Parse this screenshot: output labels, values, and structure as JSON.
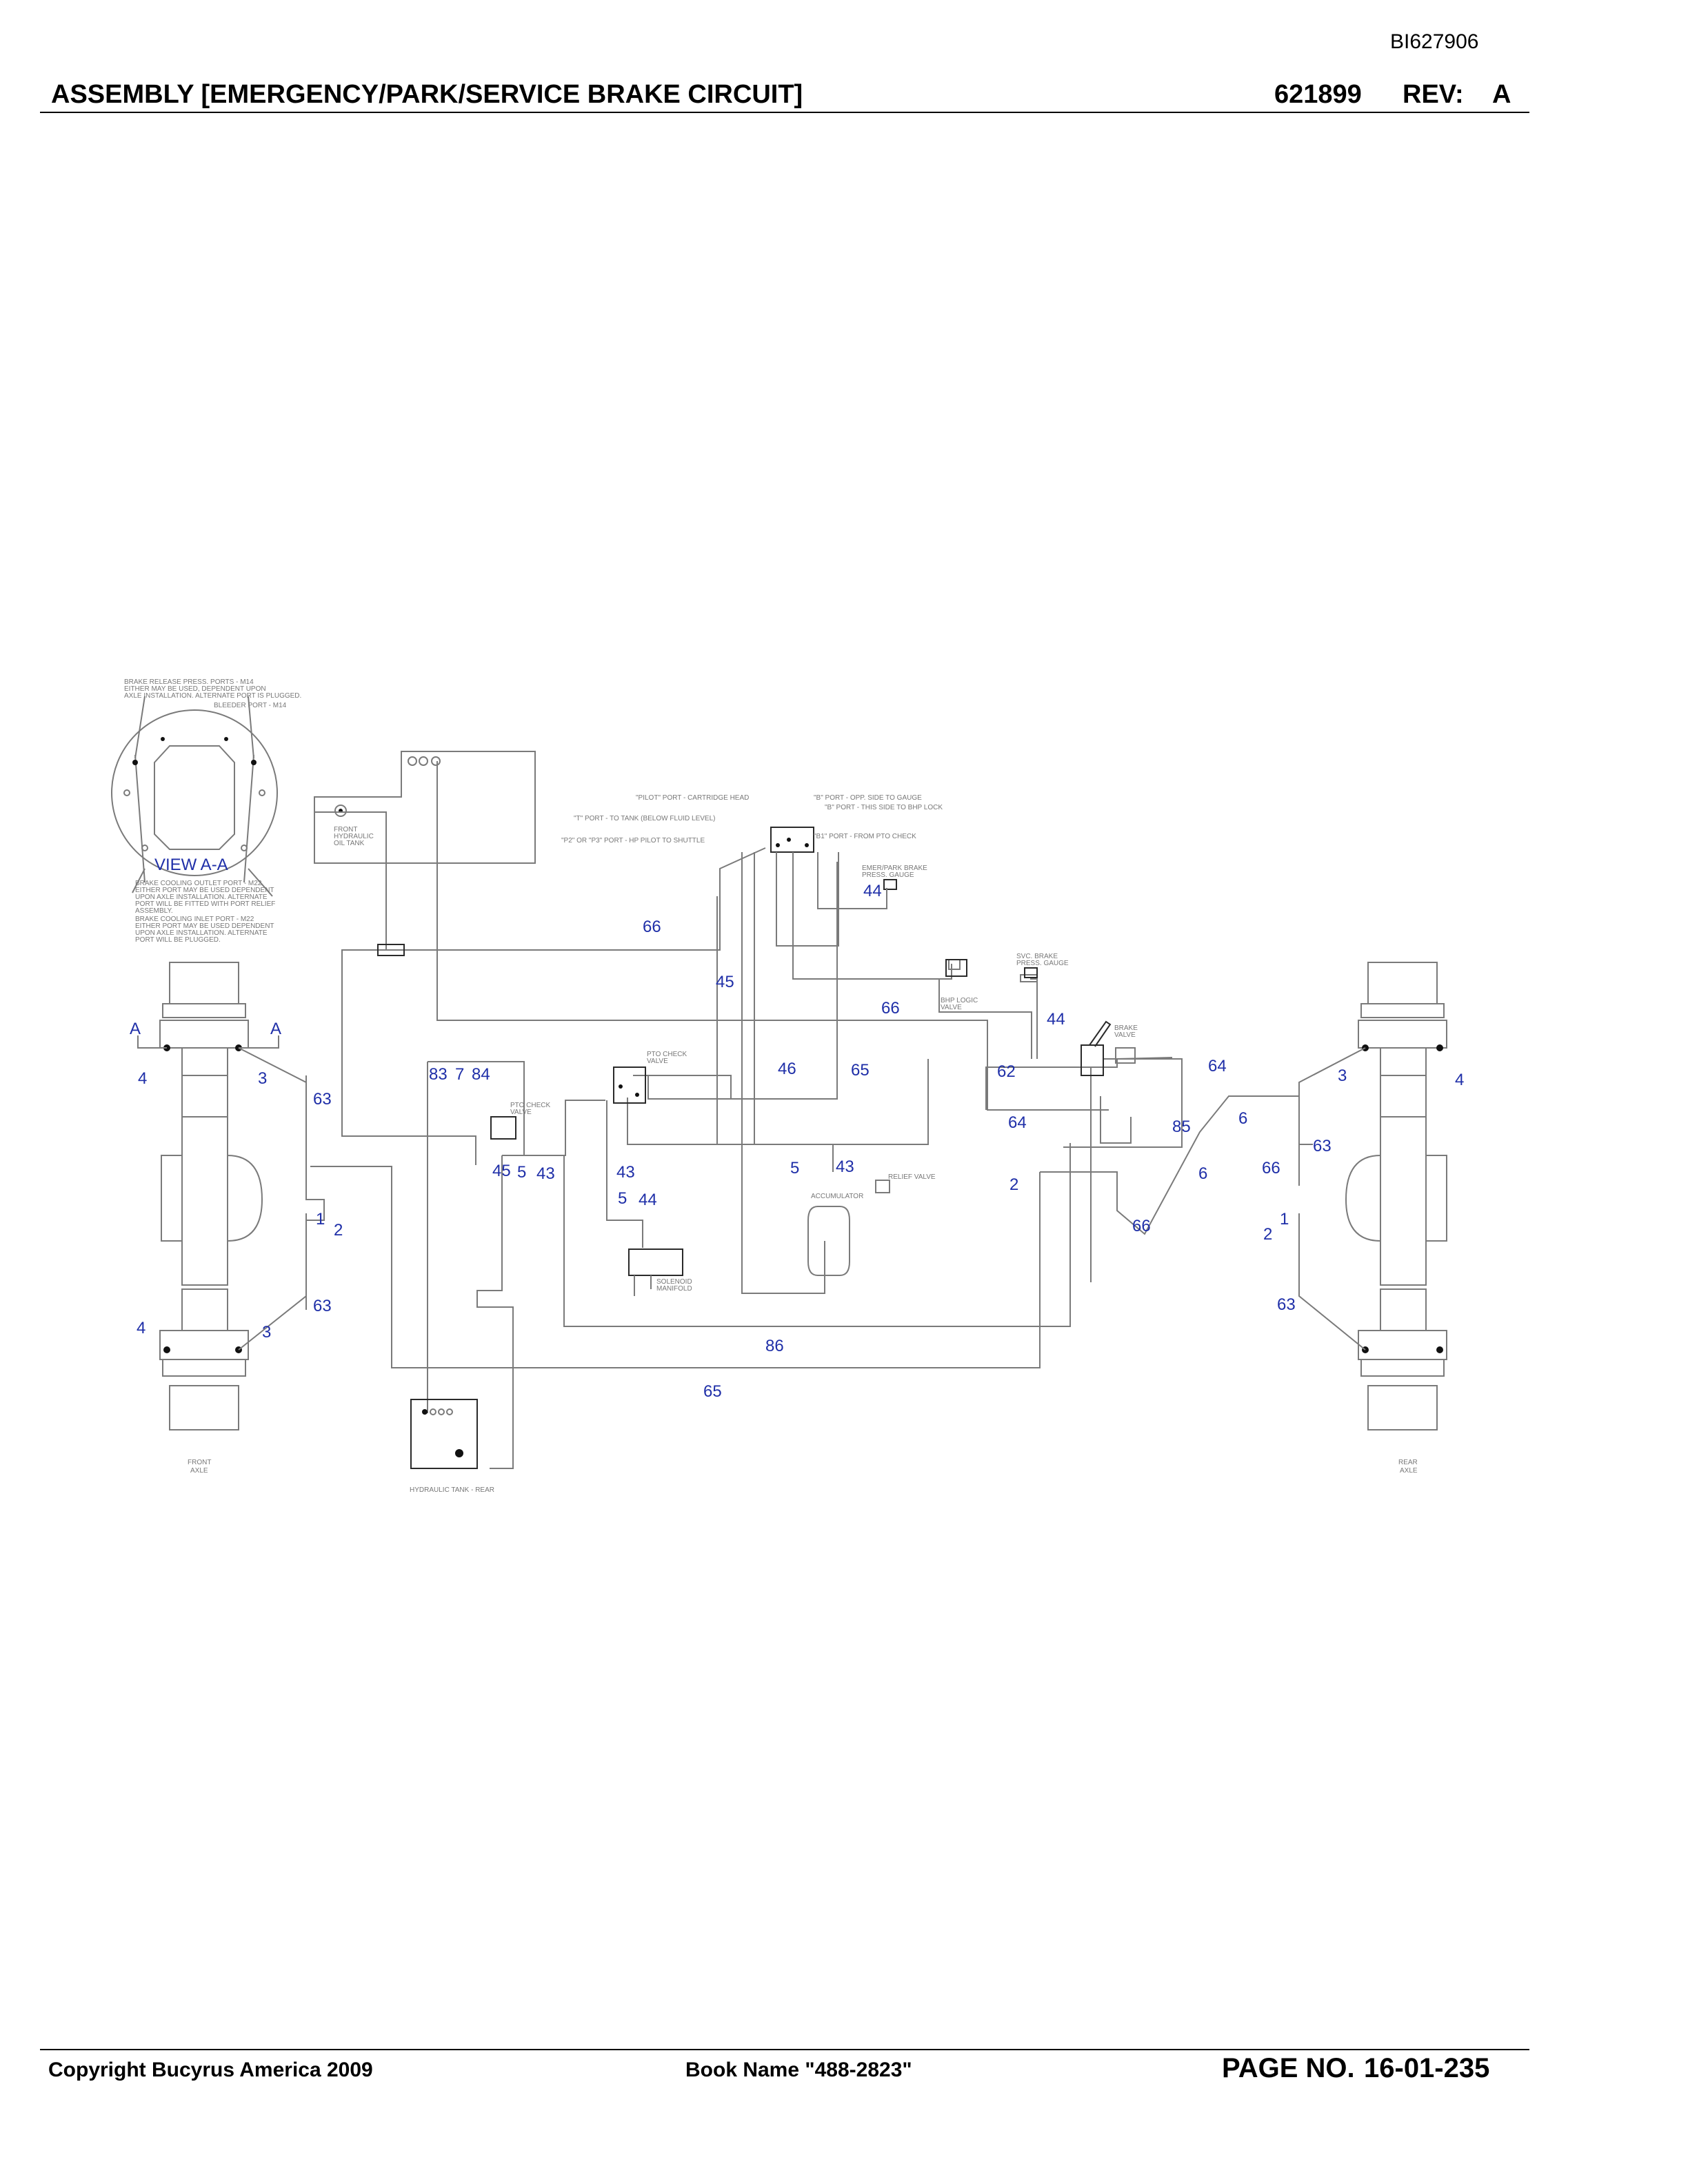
{
  "header": {
    "doc_id": "BI627906",
    "title": "ASSEMBLY [EMERGENCY/PARK/SERVICE BRAKE CIRCUIT]",
    "part_number": "621899",
    "rev_label": "REV:",
    "rev_value": "A"
  },
  "footer": {
    "copyright": "Copyright Bucyrus America 2009",
    "book_name": "Book Name \"488-2823\"",
    "page_label": "PAGE NO.",
    "page_value": "16-01-235"
  },
  "diagram": {
    "view_label": "VIEW A-A",
    "section_markers": [
      "A",
      "A"
    ],
    "notes": [
      "BRAKE RELEASE PRESS. PORTS - M14",
      "EITHER MAY BE USED, DEPENDENT UPON",
      "AXLE INSTALLATION. ALTERNATE PORT IS PLUGGED.",
      "BLEEDER PORT - M14",
      "BRAKE COOLING OUTLET PORT - M22",
      "EITHER PORT MAY BE USED DEPENDENT",
      "UPON AXLE INSTALLATION. ALTERNATE",
      "PORT WILL BE FITTED WITH PORT RELIEF",
      "ASSEMBLY.",
      "BRAKE COOLING INLET PORT - M22",
      "EITHER PORT MAY BE USED DEPENDENT",
      "UPON AXLE INSTALLATION. ALTERNATE",
      "PORT WILL BE PLUGGED."
    ],
    "valve_notes": [
      "\"PILOT\" PORT - CARTRIDGE HEAD",
      "\"T\" PORT - TO TANK (BELOW FLUID LEVEL)",
      "\"P2\" OR \"P3\" PORT - HP PILOT TO SHUTTLE",
      "\"B\" PORT - OPP. SIDE TO GAUGE",
      "\"B\" PORT - THIS SIDE TO BHP LOCK",
      "\"B1\" PORT - FROM PTO CHECK"
    ],
    "component_labels": {
      "front_tank": [
        "FRONT",
        "HYDRAULIC",
        "OIL TANK"
      ],
      "emer_gauge": [
        "EMER/PARK BRAKE",
        "PRESS. GAUGE"
      ],
      "svc_gauge": [
        "SVC. BRAKE",
        "PRESS. GAUGE"
      ],
      "bhp_valve": [
        "BHP LOGIC",
        "VALVE"
      ],
      "brake_valve": [
        "BRAKE",
        "VALVE"
      ],
      "pto_check_upper": [
        "PTO CHECK",
        "VALVE"
      ],
      "pto_check_lower": [
        "PTO CHECK",
        "VALVE"
      ],
      "relief": "RELIEF VALVE",
      "accumulator": "ACCUMULATOR",
      "solenoid": [
        "SOLENOID",
        "MANIFOLD"
      ],
      "rear_tank": "HYDRAULIC TANK - REAR",
      "front_axle": [
        "FRONT",
        "AXLE"
      ],
      "rear_axle": [
        "REAR",
        "AXLE"
      ]
    },
    "callouts": [
      "66",
      "45",
      "66",
      "46",
      "65",
      "62",
      "44",
      "64",
      "64",
      "85",
      "6",
      "6",
      "63",
      "66",
      "3",
      "4",
      "83",
      "7",
      "84",
      "45",
      "5",
      "43",
      "43",
      "5",
      "44",
      "5",
      "43",
      "2",
      "66",
      "2",
      "1",
      "63",
      "86",
      "65",
      "4",
      "3",
      "63",
      "1",
      "2",
      "63",
      "4",
      "3",
      "44"
    ]
  }
}
